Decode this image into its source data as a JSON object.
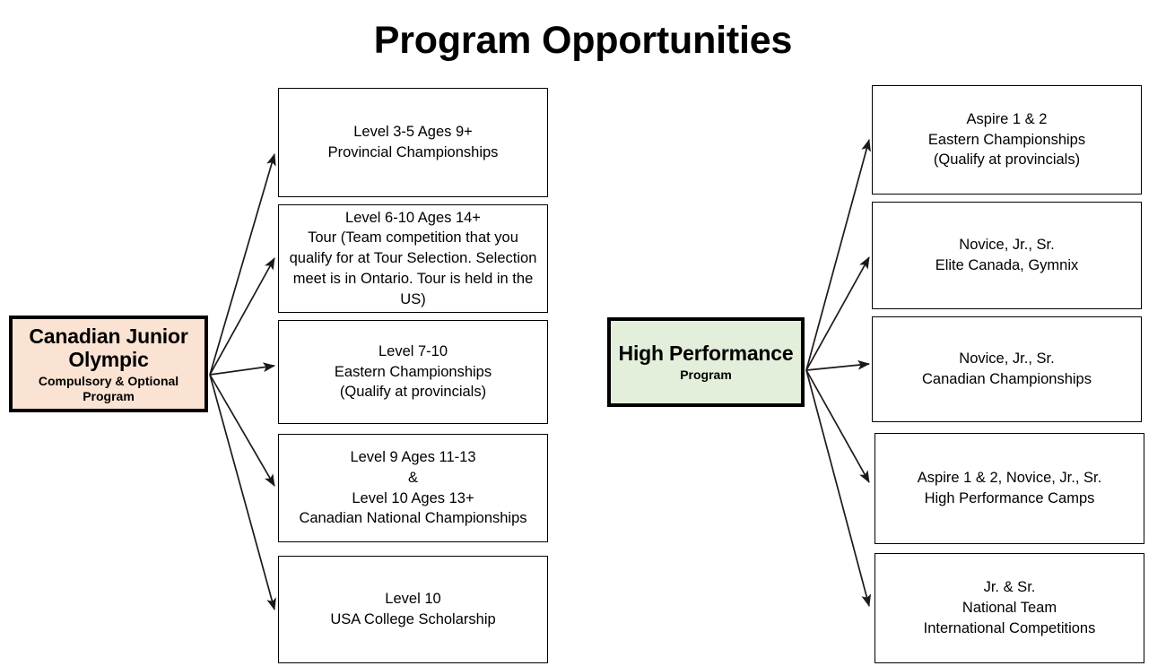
{
  "title": "Program Opportunities",
  "colors": {
    "cjo_fill": "#FAE3D3",
    "hp_fill": "#E3EFDA",
    "border": "#000000",
    "text": "#000000",
    "background": "#FFFFFF"
  },
  "sources": {
    "cjo": {
      "title": "Canadian Junior Olympic",
      "subtitle": "Compulsory & Optional Program"
    },
    "hp": {
      "title": "High Performance",
      "subtitle": "Program"
    }
  },
  "left_column": [
    {
      "text": "Level 3-5 Ages 9+\nProvincial Championships"
    },
    {
      "text": "Level 6-10 Ages 14+\nTour (Team competition that you qualify for at Tour Selection. Selection meet is in Ontario. Tour is held in the US)"
    },
    {
      "text": "Level 7-10\nEastern Championships\n(Qualify at provincials)"
    },
    {
      "text": "Level 9 Ages 11-13\n&\nLevel 10 Ages 13+\nCanadian National Championships"
    },
    {
      "text": "Level 10\nUSA College Scholarship"
    }
  ],
  "right_column": [
    {
      "text": "Aspire 1 & 2\nEastern Championships\n(Qualify at provincials)"
    },
    {
      "text": "Novice, Jr., Sr.\nElite Canada, Gymnix"
    },
    {
      "text": "Novice, Jr., Sr.\nCanadian Championships"
    },
    {
      "text": "Aspire 1 & 2, Novice, Jr., Sr.\nHigh Performance Camps"
    },
    {
      "text": "Jr. & Sr.\nNational Team\nInternational Competitions"
    }
  ]
}
